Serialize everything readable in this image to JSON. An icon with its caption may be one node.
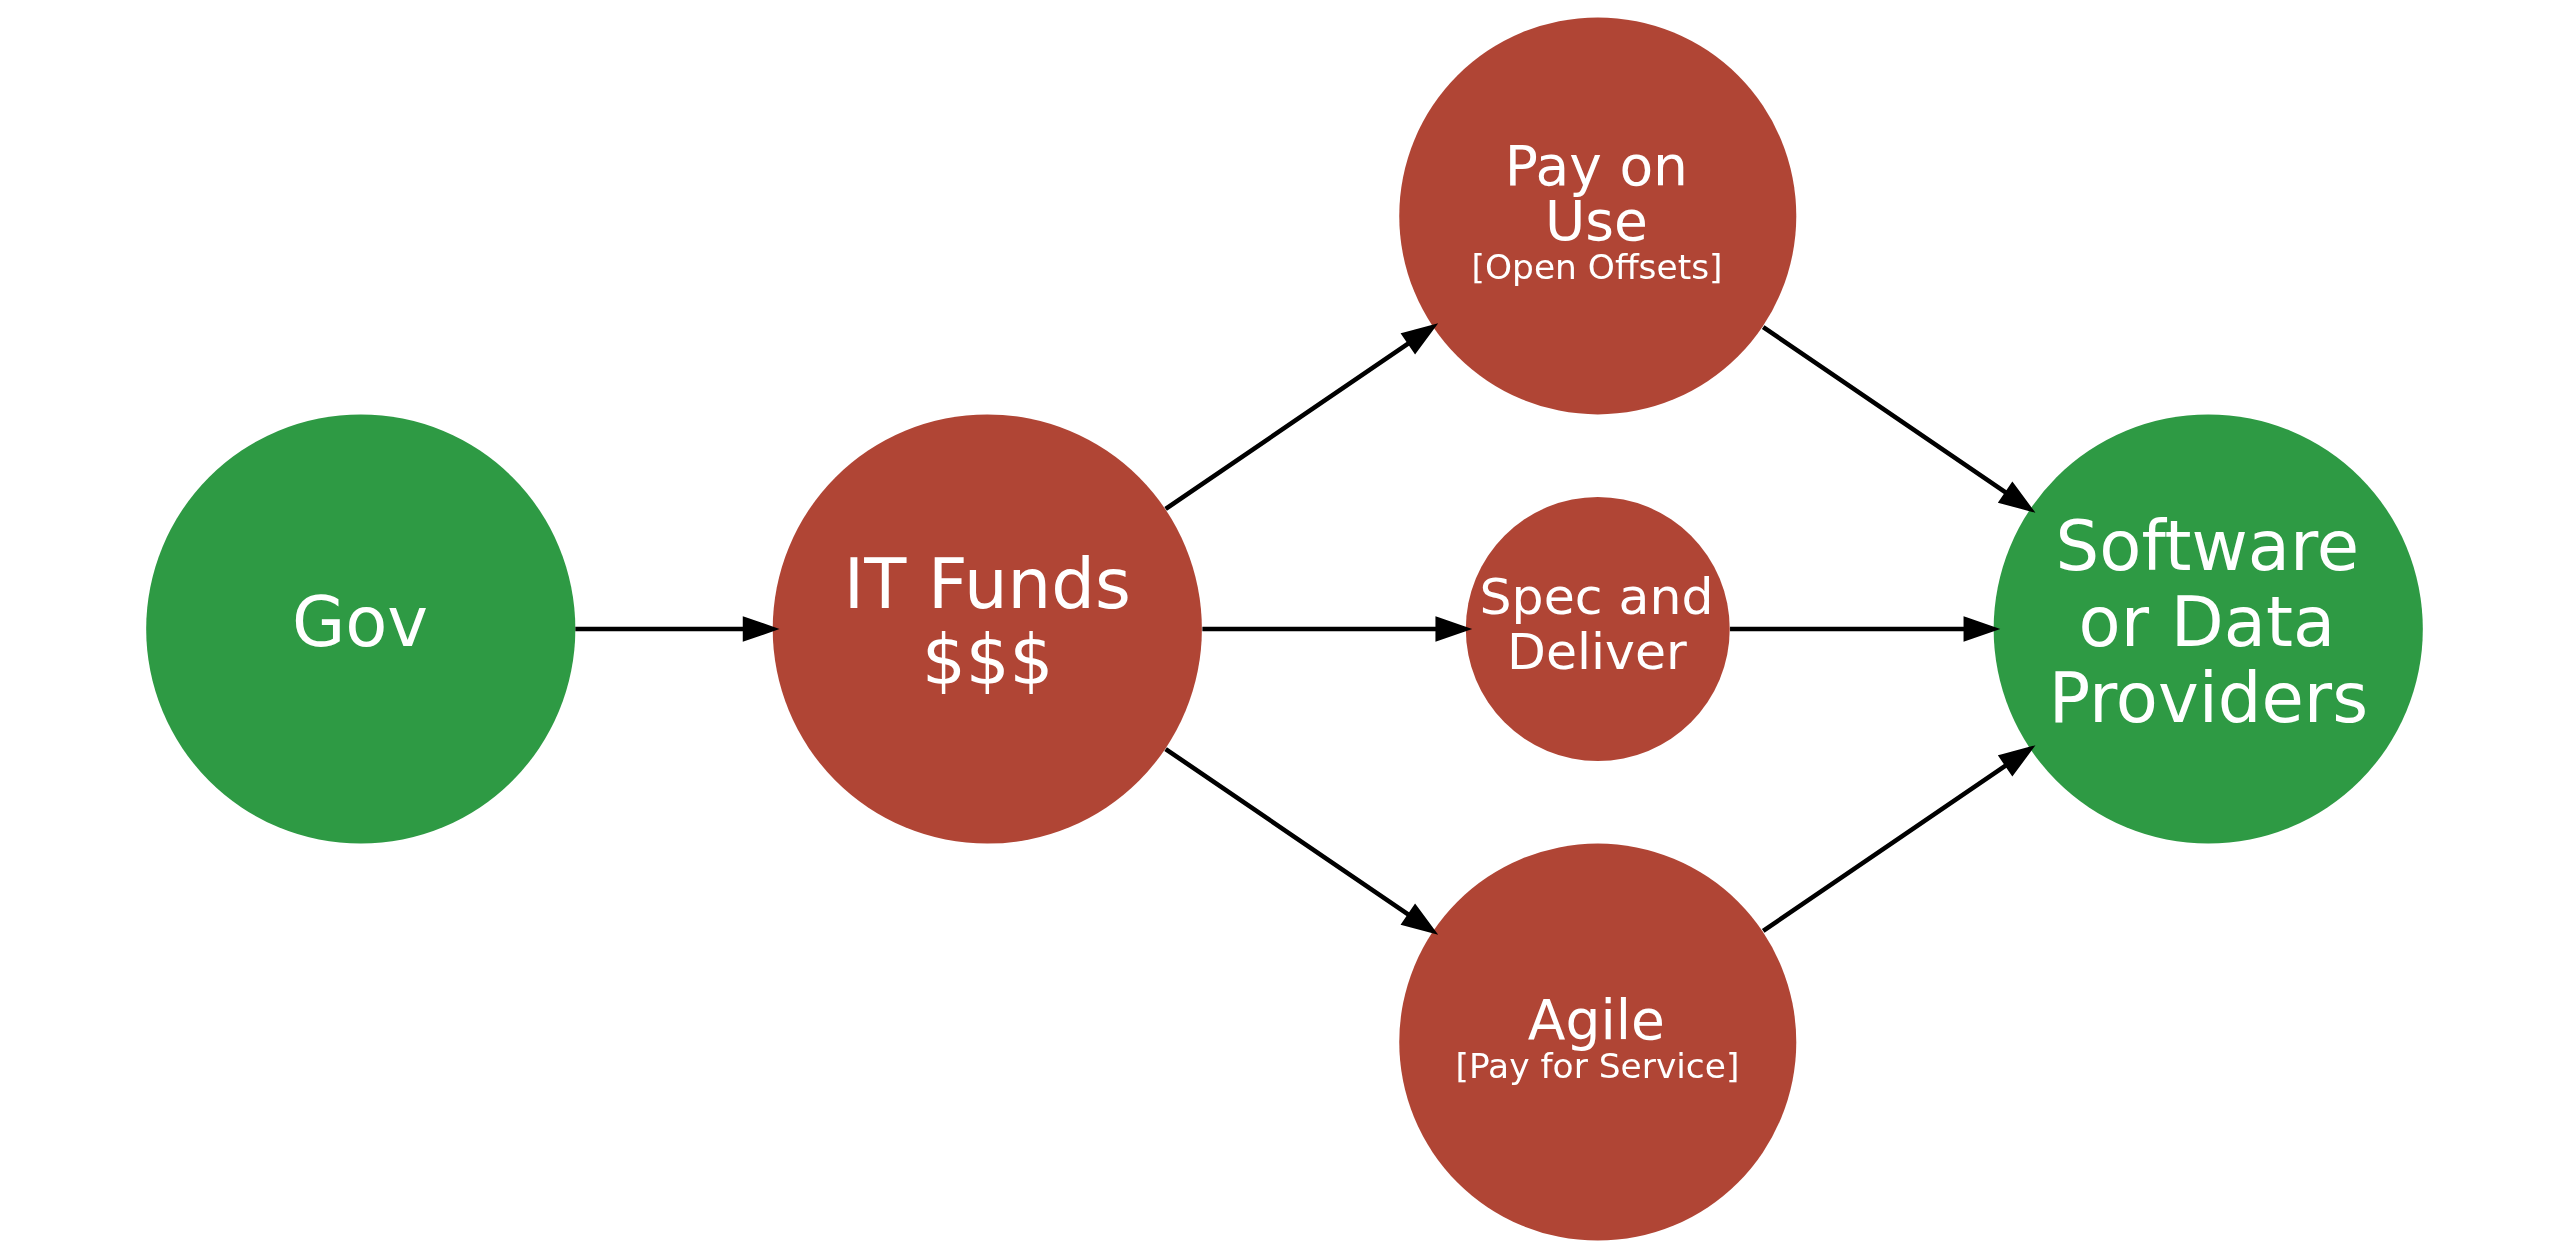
{
  "diagram": {
    "nodes": [
      {
        "text": [
          "Gov"
        ]
      },
      {
        "text": [
          "IT Funds $$$"
        ]
      },
      {
        "text": [
          "Pay on Use",
          "[Open Offsets]"
        ]
      },
      {
        "text": [
          "Spec and Deliver"
        ]
      },
      {
        "text": [
          "Agile",
          "[Pay for Service]"
        ]
      },
      {
        "text": [
          "Software or Data Providers"
        ]
      }
    ],
    "edges": [
      {
        "from": 0,
        "to": 1,
        "arrow": "to"
      },
      {
        "from": 1,
        "to": 2,
        "arrow": "to"
      },
      {
        "from": 1,
        "to": 3,
        "arrow": "to"
      },
      {
        "from": 1,
        "to": 4,
        "arrow": "to"
      },
      {
        "from": 2,
        "to": 5,
        "arrow": "to"
      },
      {
        "from": 3,
        "to": 5,
        "arrow": "to"
      },
      {
        "from": 4,
        "to": 5,
        "arrow": "to"
      }
    ]
  }
}
